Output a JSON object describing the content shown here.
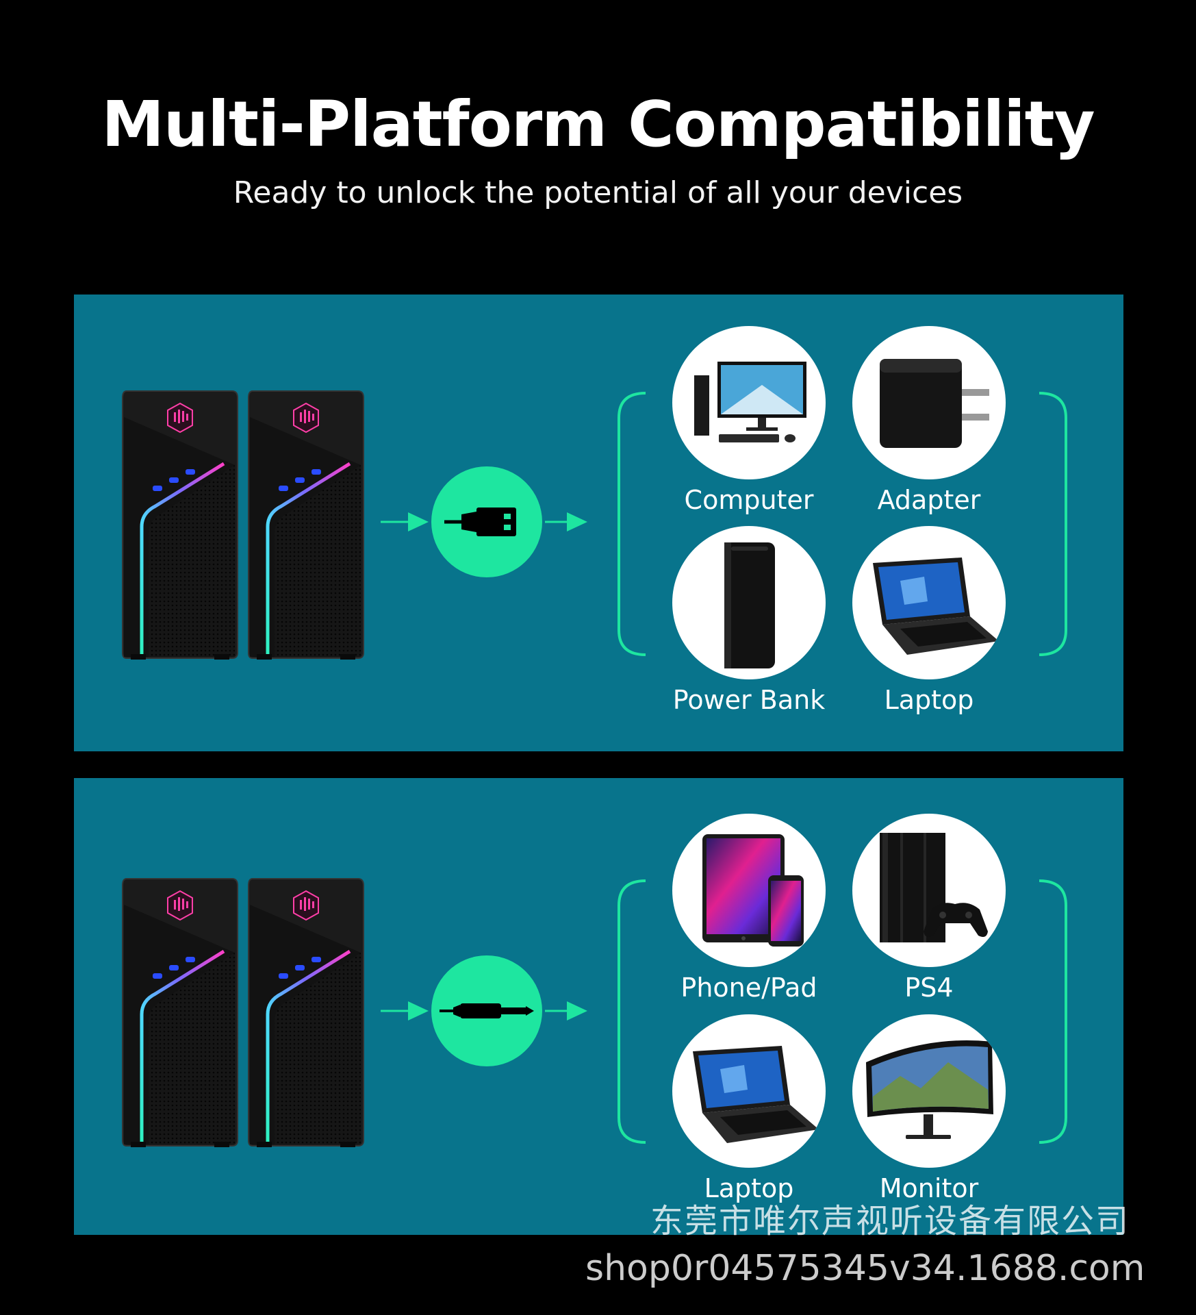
{
  "header": {
    "title": "Multi-Platform Compatibility",
    "subtitle": "Ready to unlock the potential of all your devices"
  },
  "colors": {
    "background": "#000000",
    "panel": "#08748c",
    "accent": "#1ee6a0"
  },
  "panels": [
    {
      "connector_icon": "usb-plug-icon",
      "devices": [
        {
          "label": "Computer",
          "icon": "desktop-computer-icon"
        },
        {
          "label": "Adapter",
          "icon": "wall-adapter-icon"
        },
        {
          "label": "Power Bank",
          "icon": "power-bank-icon"
        },
        {
          "label": "Laptop",
          "icon": "laptop-icon"
        }
      ]
    },
    {
      "connector_icon": "aux-jack-icon",
      "devices": [
        {
          "label": "Phone/Pad",
          "icon": "phone-tablet-icon"
        },
        {
          "label": "PS4",
          "icon": "ps4-console-icon"
        },
        {
          "label": "Laptop",
          "icon": "laptop-icon"
        },
        {
          "label": "Monitor",
          "icon": "curved-monitor-icon"
        }
      ]
    }
  ],
  "watermark": {
    "company": "东莞市唯尔声视听设备有限公司",
    "url": "shop0r04575345v34.1688.com"
  }
}
